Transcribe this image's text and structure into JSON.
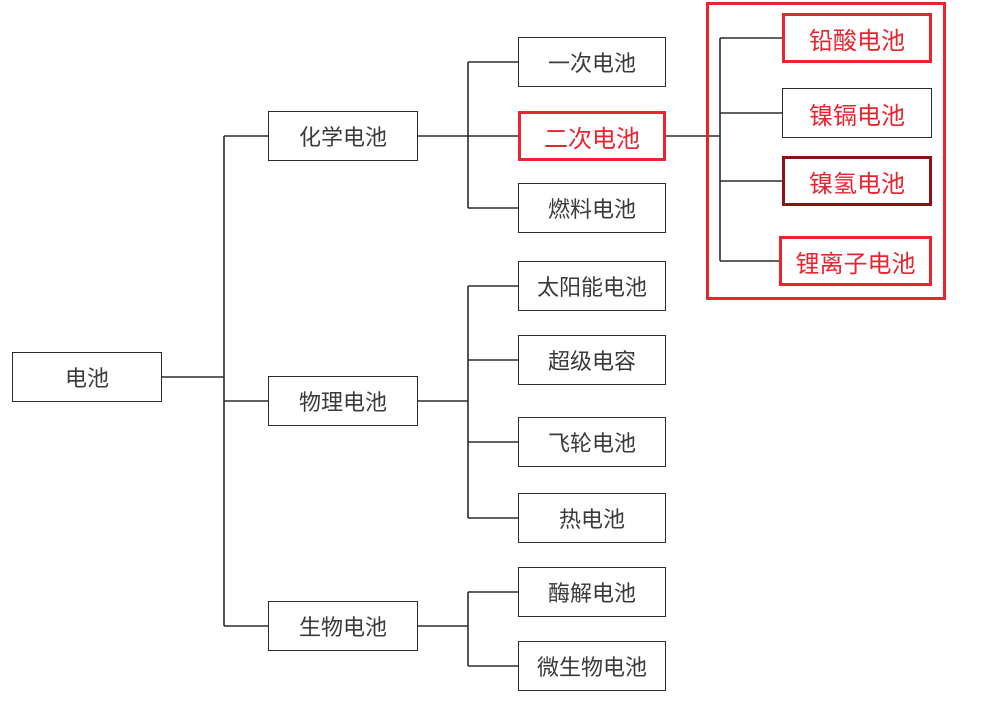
{
  "diagram": {
    "root": "电池",
    "categories": [
      {
        "label": "化学电池",
        "children": [
          "一次电池",
          "二次电池",
          "燃料电池"
        ],
        "highlighted_child": "二次电池",
        "secondary_battery_types": [
          "铅酸电池",
          "镍镉电池",
          "镍氢电池",
          "锂离子电池"
        ]
      },
      {
        "label": "物理电池",
        "children": [
          "太阳能电池",
          "超级电容",
          "飞轮电池",
          "热电池"
        ]
      },
      {
        "label": "生物电池",
        "children": [
          "酶解电池",
          "微生物电池"
        ]
      }
    ],
    "colors": {
      "highlight": "#e8242f",
      "highlight_dark": "#8b1217",
      "line": "#2b2b2b"
    }
  }
}
